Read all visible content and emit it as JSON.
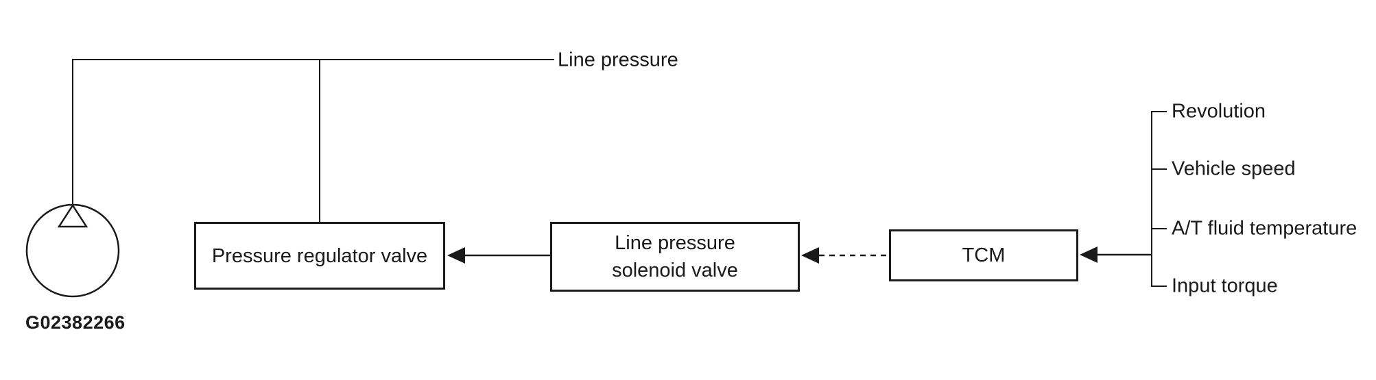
{
  "figure_id": "G02382266",
  "labels": {
    "line_pressure": "Line pressure"
  },
  "nodes": {
    "pump": {
      "shape": "oil-pump-symbol"
    },
    "pressure_regulator_valve": {
      "label": "Pressure regulator valve"
    },
    "line_pressure_solenoid_valve": {
      "label": "Line pressure\nsolenoid valve"
    },
    "tcm": {
      "label": "TCM"
    }
  },
  "inputs": [
    "Revolution",
    "Vehicle speed",
    "A/T fluid temperature",
    "Input torque"
  ],
  "connections": [
    {
      "from": "pump",
      "to": "line_pressure",
      "style": "solid-line"
    },
    {
      "from": "line_pressure",
      "to": "pressure_regulator_valve",
      "style": "solid-line"
    },
    {
      "from": "line_pressure_solenoid_valve",
      "to": "pressure_regulator_valve",
      "style": "solid-arrow"
    },
    {
      "from": "tcm",
      "to": "line_pressure_solenoid_valve",
      "style": "dashed-arrow"
    },
    {
      "from": "inputs_bracket",
      "to": "tcm",
      "style": "solid-arrow"
    }
  ],
  "colors": {
    "line": "#1a1a1a",
    "background": "#ffffff"
  }
}
